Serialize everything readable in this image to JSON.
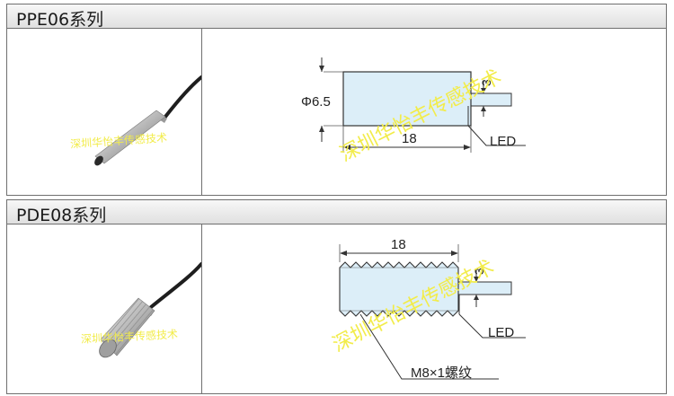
{
  "sections": [
    {
      "title": "PPE06系列",
      "photo_watermark": "深圳华怡丰传感技术",
      "drawing": {
        "diameter_label": "Φ6.5",
        "length_label": "18",
        "small_dim_label": "3",
        "led_label": "LED",
        "watermark": "深圳华怡丰传感技术"
      }
    },
    {
      "title": "PDE08系列",
      "photo_watermark": "深圳华怡丰传感技术",
      "drawing": {
        "length_label": "18",
        "small_dim_label": "3",
        "led_label": "LED",
        "thread_label": "M8×1螺纹",
        "watermark": "深圳华怡丰传感技术"
      }
    }
  ],
  "colors": {
    "body_fill": "#dceef8",
    "outline": "#333333",
    "watermark": "#f2ec4a"
  }
}
